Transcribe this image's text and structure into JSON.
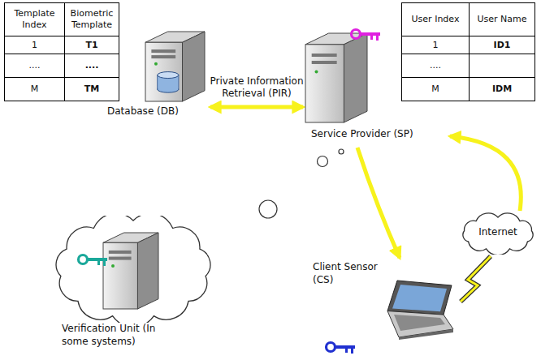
{
  "diagram": {
    "nodes": [
      {
        "text": [
          "Database (DB)"
        ]
      },
      {
        "text": [
          "Service Provider (SP)"
        ]
      },
      {
        "text": [
          "Verification Unit (In some systems)"
        ]
      },
      {
        "text": [
          "Client Sensor (CS)"
        ]
      },
      {
        "text": [
          "Internet"
        ]
      }
    ],
    "edges": [
      {
        "from": 0,
        "to": 1,
        "arrow": "both",
        "label": "Private Information Retrieval (PIR)"
      },
      {
        "from": 1,
        "to": 3,
        "arrow": "to"
      },
      {
        "from": 3,
        "to": 4,
        "arrow": "none"
      },
      {
        "from": 4,
        "to": 1,
        "arrow": "to"
      }
    ],
    "labels": [
      "Template Index",
      "Biometric Template",
      "1",
      "T1",
      "....",
      "....",
      "M",
      "TM",
      "User Index",
      "User Name",
      "1",
      "ID1",
      "....",
      "M",
      "IDM"
    ]
  }
}
